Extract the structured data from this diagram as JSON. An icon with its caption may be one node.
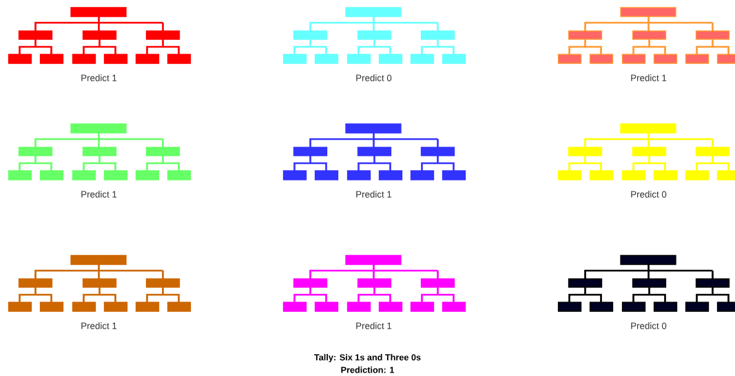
{
  "diagram": {
    "nodes": [
      {
        "text": [],
        "shape": "picture",
        "beside": [
          "Predict 1"
        ]
      },
      {
        "text": [],
        "shape": "picture",
        "beside": [
          "Predict 0"
        ]
      },
      {
        "text": [],
        "shape": "picture",
        "beside": [
          "Predict 1"
        ]
      },
      {
        "text": [],
        "shape": "picture",
        "beside": [
          "Predict 1"
        ]
      },
      {
        "text": [],
        "shape": "picture",
        "beside": [
          "Predict 1"
        ]
      },
      {
        "text": [],
        "shape": "picture",
        "beside": [
          "Predict 0"
        ]
      },
      {
        "text": [],
        "shape": "picture",
        "beside": [
          "Predict 1"
        ]
      },
      {
        "text": [],
        "shape": "picture",
        "beside": [
          "Predict 1"
        ]
      },
      {
        "text": [],
        "shape": "picture",
        "beside": [
          "Predict 0"
        ]
      }
    ],
    "labels": [
      "Tally: Six 1s and Three 0s",
      "Prediction: 1"
    ]
  }
}
